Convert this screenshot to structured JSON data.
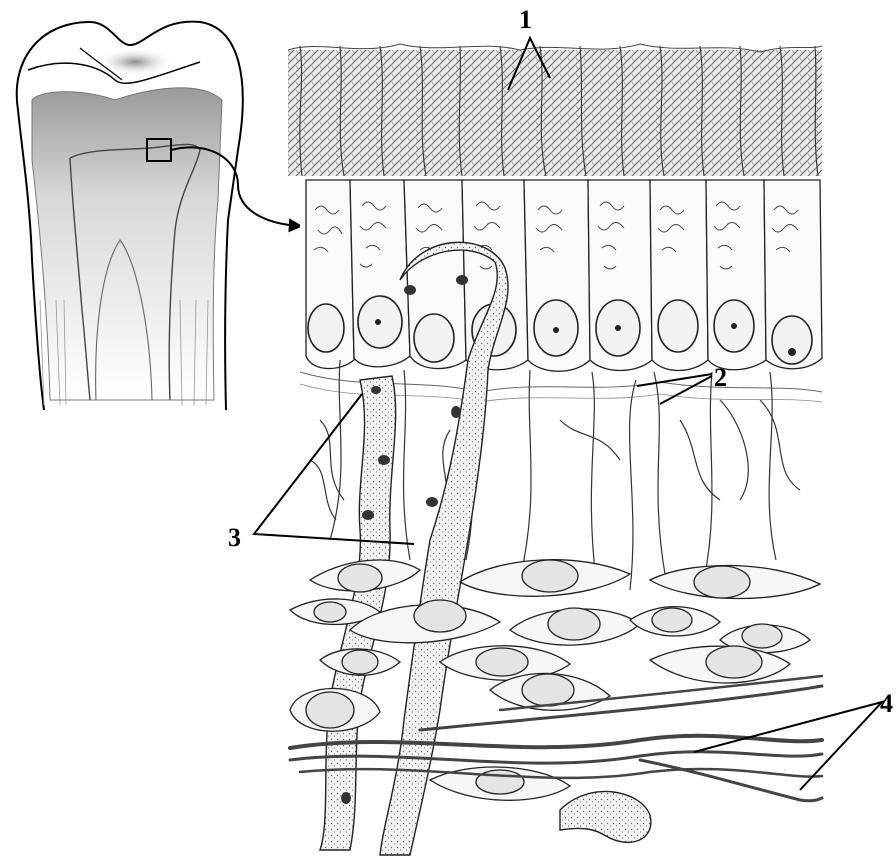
{
  "labels": {
    "l1": "1",
    "l2": "2",
    "l3": "3",
    "l4": "4"
  },
  "colors": {
    "ink": "#1a1a1a",
    "stroke_grey": "#555555",
    "tooth_gradient_dark": "#9a9a9a",
    "tooth_gradient_light": "#f4f4f4",
    "background": "#ffffff"
  },
  "icons": {
    "pointer_arrow": "curved-arrow-icon",
    "inset_marker": "square-marker-icon"
  }
}
